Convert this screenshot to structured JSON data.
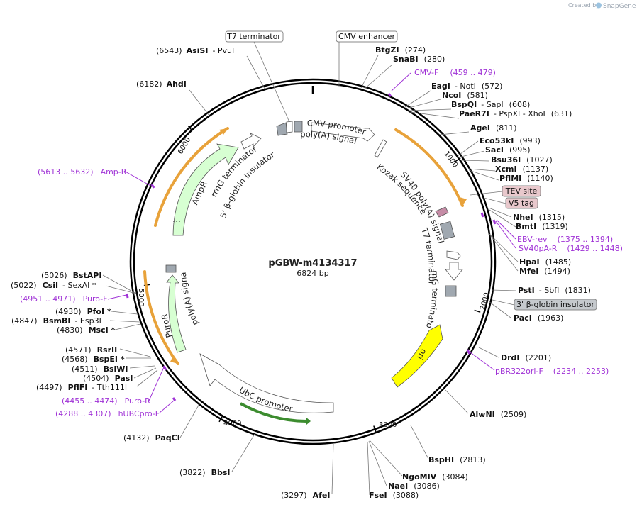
{
  "plasmid": {
    "name": "pGBW-m4134317",
    "length_label": "6824 bp",
    "total_bp": 6824
  },
  "credit": {
    "created_by": "Created by",
    "brand": "SnapGene"
  },
  "colors": {
    "feature_fill": "#ffffff",
    "amp_fill": "#d7ffd2",
    "ori_fill": "#ffff00",
    "tag_fill": "#e8c8cc",
    "primer": "#a033d6",
    "orange_arc": "#e8a23a",
    "grey_box": "#a0a8b0"
  },
  "ticks": [
    {
      "bp": 1000,
      "label": "1000"
    },
    {
      "bp": 2000,
      "label": "2000"
    },
    {
      "bp": 3000,
      "label": "3000"
    },
    {
      "bp": 4000,
      "label": "4000"
    },
    {
      "bp": 5000,
      "label": "5000"
    },
    {
      "bp": 6000,
      "label": "6000"
    }
  ],
  "boxed_labels": [
    {
      "text": "T7 terminator",
      "style": "white"
    },
    {
      "text": "CMV enhancer",
      "style": "white"
    },
    {
      "text": "TEV site",
      "style": "pink"
    },
    {
      "text": "V5 tag",
      "style": "pink"
    },
    {
      "text": "3' β-globin insulator",
      "style": "grey"
    }
  ],
  "site_labels": [
    {
      "pos": "(6543)",
      "name": "AsiSI",
      "extra": "- PvuI"
    },
    {
      "pos": "(6182)",
      "name": "AhdI",
      "extra": ""
    },
    {
      "pos": "(274)",
      "name": "BtgZI",
      "extra": ""
    },
    {
      "pos": "(280)",
      "name": "SnaBI",
      "extra": ""
    },
    {
      "pos": "(572)",
      "name": "EagI",
      "extra": "- NotI"
    },
    {
      "pos": "(581)",
      "name": "NcoI",
      "extra": ""
    },
    {
      "pos": "(608)",
      "name": "BspQI",
      "extra": "- SapI"
    },
    {
      "pos": "(631)",
      "name": "PaeR7I",
      "extra": "- PspXI - XhoI"
    },
    {
      "pos": "(811)",
      "name": "AgeI",
      "extra": ""
    },
    {
      "pos": "(993)",
      "name": "Eco53kI",
      "extra": ""
    },
    {
      "pos": "(995)",
      "name": "SacI",
      "extra": ""
    },
    {
      "pos": "(1027)",
      "name": "Bsu36I",
      "extra": ""
    },
    {
      "pos": "(1137)",
      "name": "XcmI",
      "extra": ""
    },
    {
      "pos": "(1140)",
      "name": "PflMI",
      "extra": ""
    },
    {
      "pos": "(1315)",
      "name": "NheI",
      "extra": ""
    },
    {
      "pos": "(1319)",
      "name": "BmtI",
      "extra": ""
    },
    {
      "pos": "(1485)",
      "name": "HpaI",
      "extra": ""
    },
    {
      "pos": "(1494)",
      "name": "MfeI",
      "extra": ""
    },
    {
      "pos": "(1831)",
      "name": "PstI",
      "extra": "- SbfI"
    },
    {
      "pos": "(1963)",
      "name": "PacI",
      "extra": ""
    },
    {
      "pos": "(2201)",
      "name": "DrdI",
      "extra": ""
    },
    {
      "pos": "(2509)",
      "name": "AlwNI",
      "extra": ""
    },
    {
      "pos": "(2813)",
      "name": "BspHI",
      "extra": ""
    },
    {
      "pos": "(3084)",
      "name": "NgoMIV",
      "extra": ""
    },
    {
      "pos": "(3086)",
      "name": "NaeI",
      "extra": ""
    },
    {
      "pos": "(3088)",
      "name": "FseI",
      "extra": ""
    },
    {
      "pos": "(3297)",
      "name": "AfeI",
      "extra": ""
    },
    {
      "pos": "(3822)",
      "name": "BbsI",
      "extra": ""
    },
    {
      "pos": "(4132)",
      "name": "PaqCI",
      "extra": ""
    },
    {
      "pos": "(4497)",
      "name": "PflFI",
      "extra": "- Tth111I"
    },
    {
      "pos": "(4504)",
      "name": "PasI",
      "extra": ""
    },
    {
      "pos": "(4511)",
      "name": "BsiWI",
      "extra": ""
    },
    {
      "pos": "(4568)",
      "name": "BspEI *",
      "extra": ""
    },
    {
      "pos": "(4571)",
      "name": "RsrII",
      "extra": ""
    },
    {
      "pos": "(4830)",
      "name": "MscI *",
      "extra": ""
    },
    {
      "pos": "(4847)",
      "name": "BsmBI",
      "extra": "- Esp3I"
    },
    {
      "pos": "(4930)",
      "name": "PfoI *",
      "extra": ""
    },
    {
      "pos": "(5022)",
      "name": "CsiI",
      "extra": "- SexAI *"
    },
    {
      "pos": "(5026)",
      "name": "BstAPI",
      "extra": ""
    }
  ],
  "primer_labels": [
    {
      "name": "CMV-F",
      "range": "(459 .. 479)"
    },
    {
      "name": "EBV-rev",
      "range": "(1375 .. 1394)"
    },
    {
      "name": "SV40pA-R",
      "range": "(1429 .. 1448)"
    },
    {
      "name": "pBR322ori-F",
      "range": "(2234 .. 2253)"
    },
    {
      "name": "Puro-R",
      "range": "(4455 .. 4474)"
    },
    {
      "name": "hUBCpro-F",
      "range": "(4288 .. 4307)"
    },
    {
      "name": "Puro-F",
      "range": "(4951 .. 4971)"
    },
    {
      "name": "Amp-R",
      "range": "(5613 .. 5632)"
    }
  ],
  "feature_labels": [
    {
      "text": "CMV promoter"
    },
    {
      "text": "poly(A) signal"
    },
    {
      "text": "Kozak sequence"
    },
    {
      "text": "SV40 poly(A) signal"
    },
    {
      "text": "T7 terminator"
    },
    {
      "text": "rrnG terminator"
    },
    {
      "text": "ori"
    },
    {
      "text": "UbC promoter"
    },
    {
      "text": "PuroR"
    },
    {
      "text": "poly(A) signal"
    },
    {
      "text": "AmpR"
    },
    {
      "text": "rrnG terminator"
    },
    {
      "text": "5' β-globin insulator"
    }
  ]
}
